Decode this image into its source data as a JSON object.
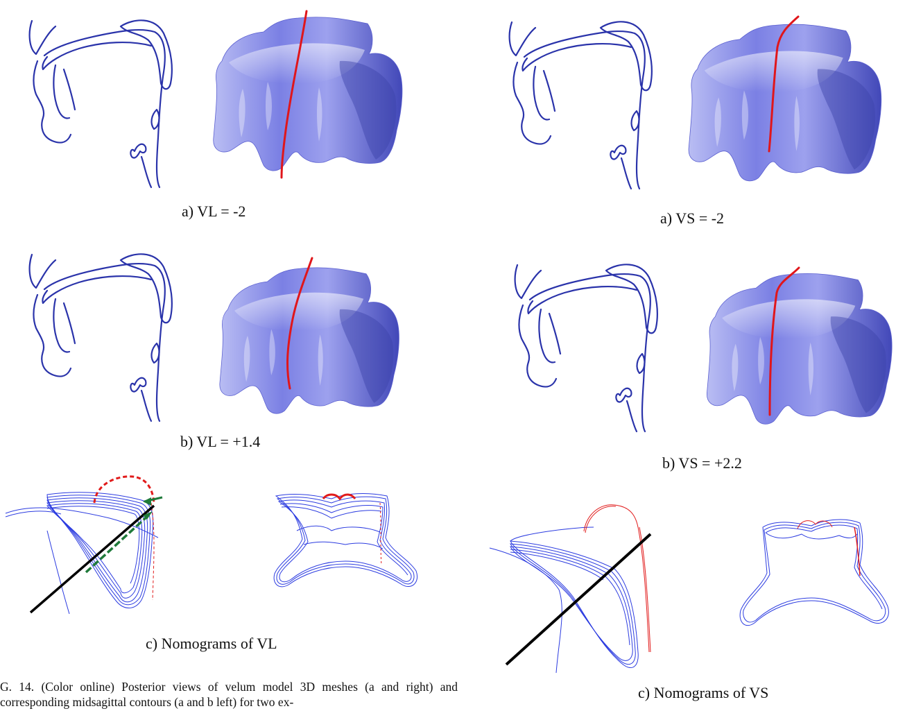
{
  "figure": {
    "left_column": {
      "panel_a_caption": "a) VL = -2",
      "panel_b_caption": "b) VL = +1.4",
      "panel_c_caption": "c) Nomograms of VL"
    },
    "right_column": {
      "panel_a_caption": "a) VS = -2",
      "panel_b_caption": "b) VS = +2.2",
      "panel_c_caption": "c) Nomograms of VS"
    },
    "caption_text": "G. 14. (Color online) Posterior views of velum model 3D meshes (a and right) and corresponding midsagittal contours (a and b left) for two ex-"
  },
  "colors": {
    "contour_blue": "#2a33aa",
    "mesh_blue": "#6a6fdc",
    "midline_red": "#e0161b",
    "arrow_green": "#1f7a3a",
    "axis_black": "#000000"
  }
}
